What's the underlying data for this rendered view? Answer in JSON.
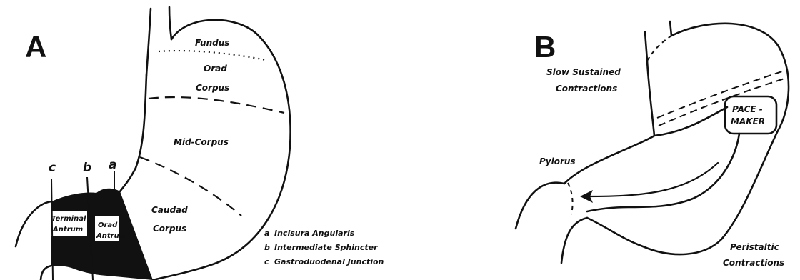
{
  "panel_a": {
    "letter": "A",
    "regions": {
      "fundus": "Fundus",
      "orad_corpus": [
        "Orad",
        "Corpus"
      ],
      "mid_corpus": "Mid-Corpus",
      "caudad_corpus": [
        "Caudad",
        "Corpus"
      ],
      "terminal_antrum": [
        "Terminal",
        "Antrum"
      ],
      "orad_antrum": [
        "Orad",
        "Antrum"
      ]
    },
    "markers": {
      "a": "a",
      "b": "b",
      "c": "c"
    },
    "legend": [
      {
        "key": "a",
        "text": "Incisura  Angularis"
      },
      {
        "key": "b",
        "text": "Intermediate  Sphincter"
      },
      {
        "key": "c",
        "text": "Gastroduodenal  Junction"
      }
    ]
  },
  "panel_b": {
    "letter": "B",
    "labels": {
      "slow": [
        "Slow  Sustained",
        "Contractions"
      ],
      "pacemaker": [
        "PACE -",
        "MAKER"
      ],
      "pylorus": "Pylorus",
      "peristaltic": [
        "Peristaltic",
        "Contractions"
      ]
    }
  }
}
